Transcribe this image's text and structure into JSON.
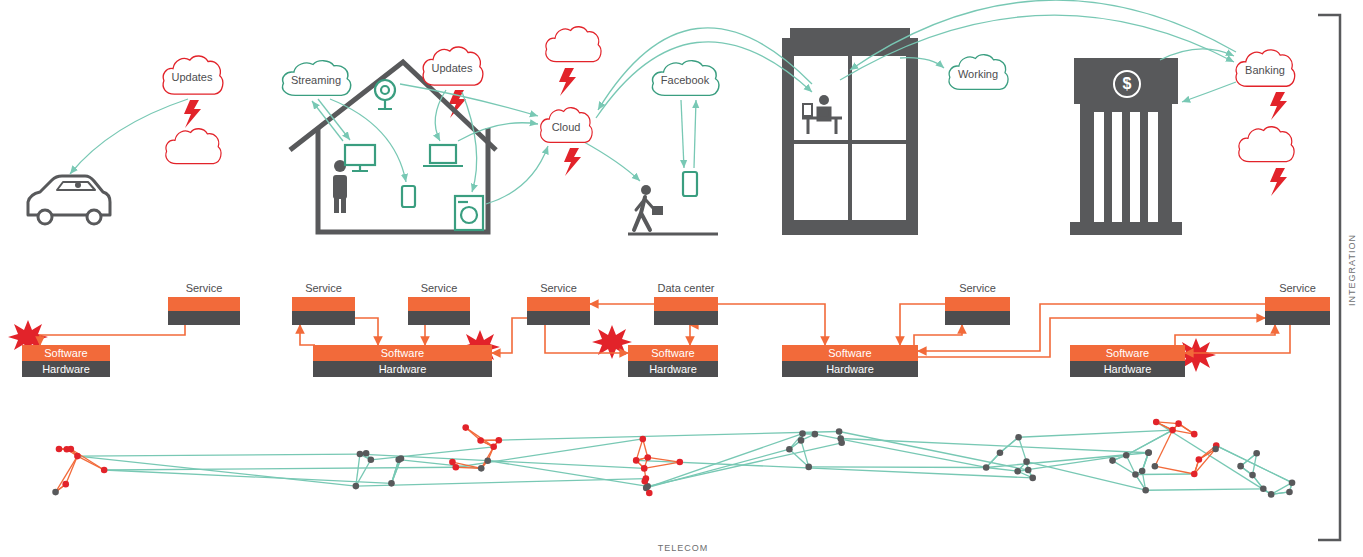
{
  "diagram": {
    "nodes": [
      {
        "text": [
          "Updates"
        ]
      },
      {
        "text": [
          "Streaming"
        ]
      },
      {
        "text": [
          "Updates"
        ]
      },
      {
        "text": [
          "Cloud"
        ]
      },
      {
        "text": [
          "Facebook"
        ]
      },
      {
        "text": [
          "Working"
        ]
      },
      {
        "text": [
          "Banking"
        ]
      },
      {
        "text": [
          "Service"
        ]
      },
      {
        "text": [
          "Service"
        ]
      },
      {
        "text": [
          "Service"
        ]
      },
      {
        "text": [
          "Service"
        ]
      },
      {
        "text": [
          "Data center"
        ]
      },
      {
        "text": [
          "Service"
        ]
      },
      {
        "text": [
          "Service"
        ]
      },
      {
        "text": [
          "Software"
        ]
      },
      {
        "text": [
          "Hardware"
        ]
      },
      {
        "text": [
          "Software"
        ]
      },
      {
        "text": [
          "Hardware"
        ]
      },
      {
        "text": [
          "Software"
        ]
      },
      {
        "text": [
          "Hardware"
        ]
      },
      {
        "text": [
          "Software"
        ]
      },
      {
        "text": [
          "Hardware"
        ]
      },
      {
        "text": [
          "Software"
        ]
      },
      {
        "text": [
          "Hardware"
        ]
      }
    ],
    "edges": [
      {
        "from": 7,
        "to": 14,
        "arrow": "to"
      },
      {
        "from": 16,
        "to": 8,
        "arrow": "to"
      },
      {
        "from": 8,
        "to": 16,
        "arrow": "to"
      },
      {
        "from": 9,
        "to": 16,
        "arrow": "to"
      },
      {
        "from": 10,
        "to": 16,
        "arrow": "to"
      },
      {
        "from": 10,
        "to": 18,
        "arrow": "to"
      },
      {
        "from": 11,
        "to": 10,
        "arrow": "to"
      },
      {
        "from": 11,
        "to": 18,
        "arrow": "both"
      },
      {
        "from": 11,
        "to": 20,
        "arrow": "to"
      },
      {
        "from": 12,
        "to": 20,
        "arrow": "to"
      },
      {
        "from": 20,
        "to": 12,
        "arrow": "to"
      },
      {
        "from": 20,
        "to": 13,
        "arrow": "to"
      },
      {
        "from": 13,
        "to": 20,
        "arrow": "to"
      },
      {
        "from": 13,
        "to": 22,
        "arrow": "to"
      },
      {
        "from": 22,
        "to": 13,
        "arrow": "to"
      }
    ],
    "labels": [
      "$",
      "INTEGRATION",
      "TELECOM"
    ]
  }
}
